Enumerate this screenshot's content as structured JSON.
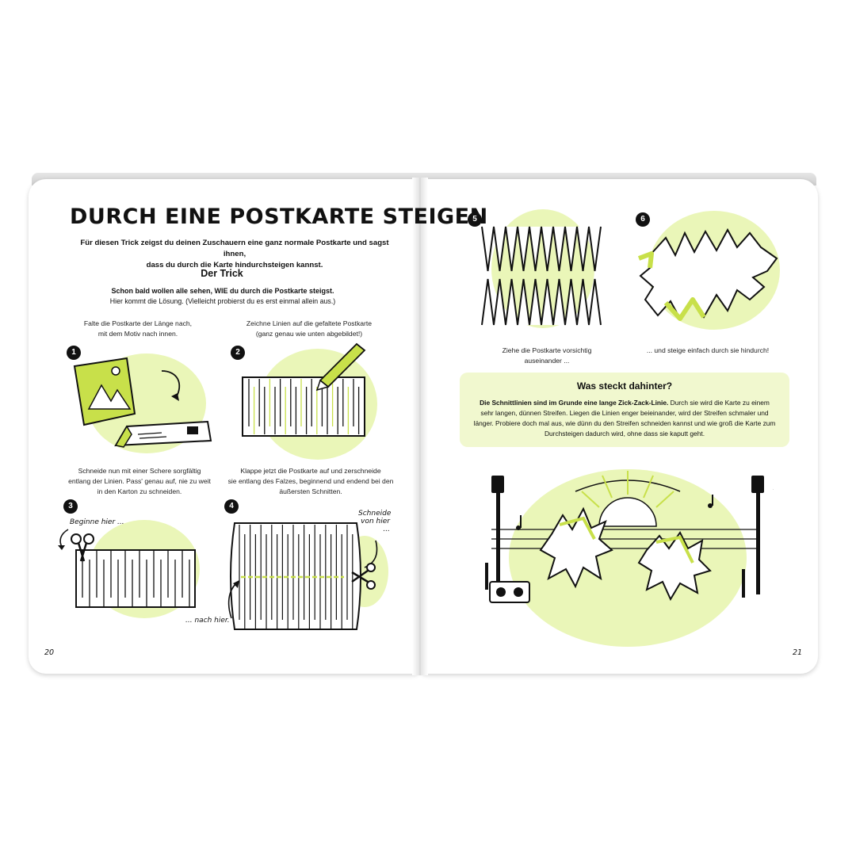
{
  "left_page": {
    "title": "DURCH EINE POSTKARTE STEIGEN",
    "intro_line1": "Für diesen Trick zeigst du deinen Zuschauern eine ganz normale Postkarte und sagst ihnen,",
    "intro_line2": "dass du durch die Karte hindurchsteigen kannst.",
    "subhead": "Der Trick",
    "lead_bold": "Schon bald wollen alle sehen, WIE du durch die Postkarte steigst.",
    "lead_normal": "Hier kommt die Lösung. (Vielleicht probierst du es erst einmal allein aus.)",
    "page_number": "20",
    "steps": [
      {
        "number": "1",
        "text_line1": "Falte die Postkarte der Länge nach,",
        "text_line2": "mit dem Motiv nach innen."
      },
      {
        "number": "2",
        "text_line1": "Zeichne Linien auf die gefaltete Postkarte",
        "text_line2": "(ganz genau wie unten abgebildet!)"
      },
      {
        "number": "3",
        "text_line1": "Schneide nun mit einer Schere sorgfältig",
        "text_line2": "entlang der Linien. Pass' genau auf, nie zu weit",
        "text_line3": "in den Karton zu schneiden."
      },
      {
        "number": "4",
        "text_line1": "Klappe jetzt die Postkarte auf und zerschneide",
        "text_line2": "sie entlang des Falzes, beginnend und endend bei den",
        "text_line3": "äußersten Schnitten."
      }
    ],
    "labels": {
      "beginne": "Beginne hier ...",
      "schneide_line1": "Schneide",
      "schneide_line2": "von hier ...",
      "nach_hier": "... nach hier."
    }
  },
  "right_page": {
    "page_number": "21",
    "steps": [
      {
        "number": "5",
        "text_line1": "Ziehe die Postkarte vorsichtig",
        "text_line2": "auseinander ..."
      },
      {
        "number": "6",
        "text_line1": "... und steige einfach durch sie hindurch!"
      }
    ],
    "info": {
      "heading": "Was steckt dahinter?",
      "bold": "Die Schnittlinien sind im Grunde eine lange Zick-Zack-Linie.",
      "body": " Durch sie wird die Karte zu einem sehr langen, dünnen Streifen. Liegen die Linien enger beieinander, wird der Streifen schmaler und länger. Probiere doch mal aus, wie dünn du den Streifen schneiden kannst und wie groß die Karte zum Durchsteigen dadurch wird, ohne dass sie kaputt geht."
    }
  },
  "colors": {
    "accent": "#c8e04a",
    "accent_light": "#eaf6b8",
    "ink": "#111111"
  }
}
